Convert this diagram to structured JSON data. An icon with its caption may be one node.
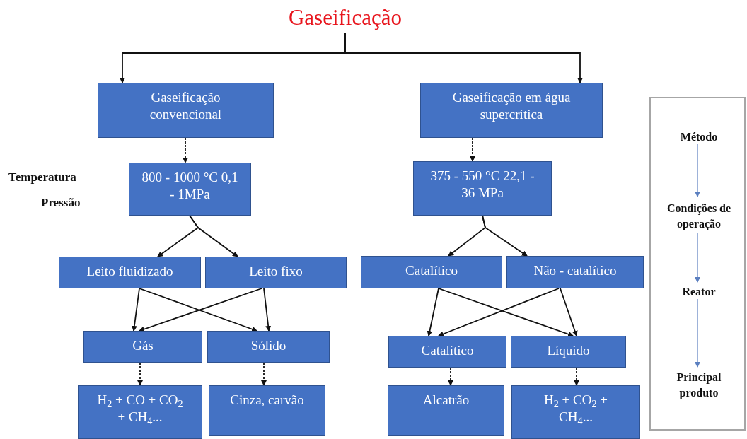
{
  "diagram": {
    "nodes": [
      {
        "text": [
          "Gaseificação"
        ]
      },
      {
        "text": [
          "Gaseificação convencional"
        ]
      },
      {
        "text": [
          "Gaseificação em água supercrítica"
        ]
      },
      {
        "text": [
          "800 - 1000 °C 0,1 - 1MPa"
        ]
      },
      {
        "text": [
          "375 - 550 °C 22,1 - 36 MPa"
        ]
      },
      {
        "text": [
          "Leito fluidizado"
        ]
      },
      {
        "text": [
          "Leito fixo"
        ]
      },
      {
        "text": [
          "Catalítico"
        ]
      },
      {
        "text": [
          "Não - catalítico"
        ]
      },
      {
        "text": [
          "Gás"
        ]
      },
      {
        "text": [
          "Sólido"
        ]
      },
      {
        "text": [
          "Catalítico"
        ]
      },
      {
        "text": [
          "Líquido"
        ]
      },
      {
        "text": [
          "H$_{2}$ + CO + CO$_{2}$ + CH$_{4}$..."
        ]
      },
      {
        "text": [
          "Cinza, carvão"
        ]
      },
      {
        "text": [
          "Alcatrão"
        ]
      },
      {
        "text": [
          "H$_{2}$ + CO$_{2}$ + CH$_{4}$..."
        ]
      },
      {
        "text": [],
        "shape": "box"
      },
      {
        "text": [
          "Método"
        ],
        "in": 17
      },
      {
        "text": [
          "Condições de operação"
        ],
        "in": 17
      },
      {
        "text": [
          "Reator"
        ],
        "in": 17
      },
      {
        "text": [
          "Principal produto"
        ],
        "in": 17
      }
    ],
    "edges": [
      {
        "from": 0,
        "to": 1,
        "arrow": "to"
      },
      {
        "from": 0,
        "to": 2,
        "arrow": "to"
      },
      {
        "from": 1,
        "to": 3,
        "arrow": "to",
        "style": "dashed"
      },
      {
        "from": 2,
        "to": 4,
        "arrow": "to",
        "style": "dashed"
      },
      {
        "from": 3,
        "to": 5,
        "arrow": "to"
      },
      {
        "from": 3,
        "to": 6,
        "arrow": "to"
      },
      {
        "from": 4,
        "to": 7,
        "arrow": "to"
      },
      {
        "from": 4,
        "to": 8,
        "arrow": "to"
      },
      {
        "from": 5,
        "to": 9,
        "arrow": "to"
      },
      {
        "from": 5,
        "to": 10,
        "arrow": "to"
      },
      {
        "from": 6,
        "to": 9,
        "arrow": "to"
      },
      {
        "from": 6,
        "to": 10,
        "arrow": "to"
      },
      {
        "from": 7,
        "to": 11,
        "arrow": "to"
      },
      {
        "from": 7,
        "to": 12,
        "arrow": "to"
      },
      {
        "from": 8,
        "to": 11,
        "arrow": "to"
      },
      {
        "from": 8,
        "to": 12,
        "arrow": "to"
      },
      {
        "from": 9,
        "to": 13,
        "arrow": "to",
        "style": "dashed"
      },
      {
        "from": 10,
        "to": 14,
        "arrow": "to",
        "style": "dashed"
      },
      {
        "from": 11,
        "to": 15,
        "arrow": "to",
        "style": "dashed"
      },
      {
        "from": 12,
        "to": 16,
        "arrow": "to",
        "style": "dashed"
      },
      {
        "from": 18,
        "to": 19,
        "arrow": "to",
        "color": "#5b7fc0"
      },
      {
        "from": 19,
        "to": 20,
        "arrow": "to",
        "color": "#5b7fc0"
      },
      {
        "from": 20,
        "to": 21,
        "arrow": "to",
        "color": "#5b7fc0"
      }
    ],
    "labels": [
      "Temperatura",
      "Pressão"
    ]
  }
}
